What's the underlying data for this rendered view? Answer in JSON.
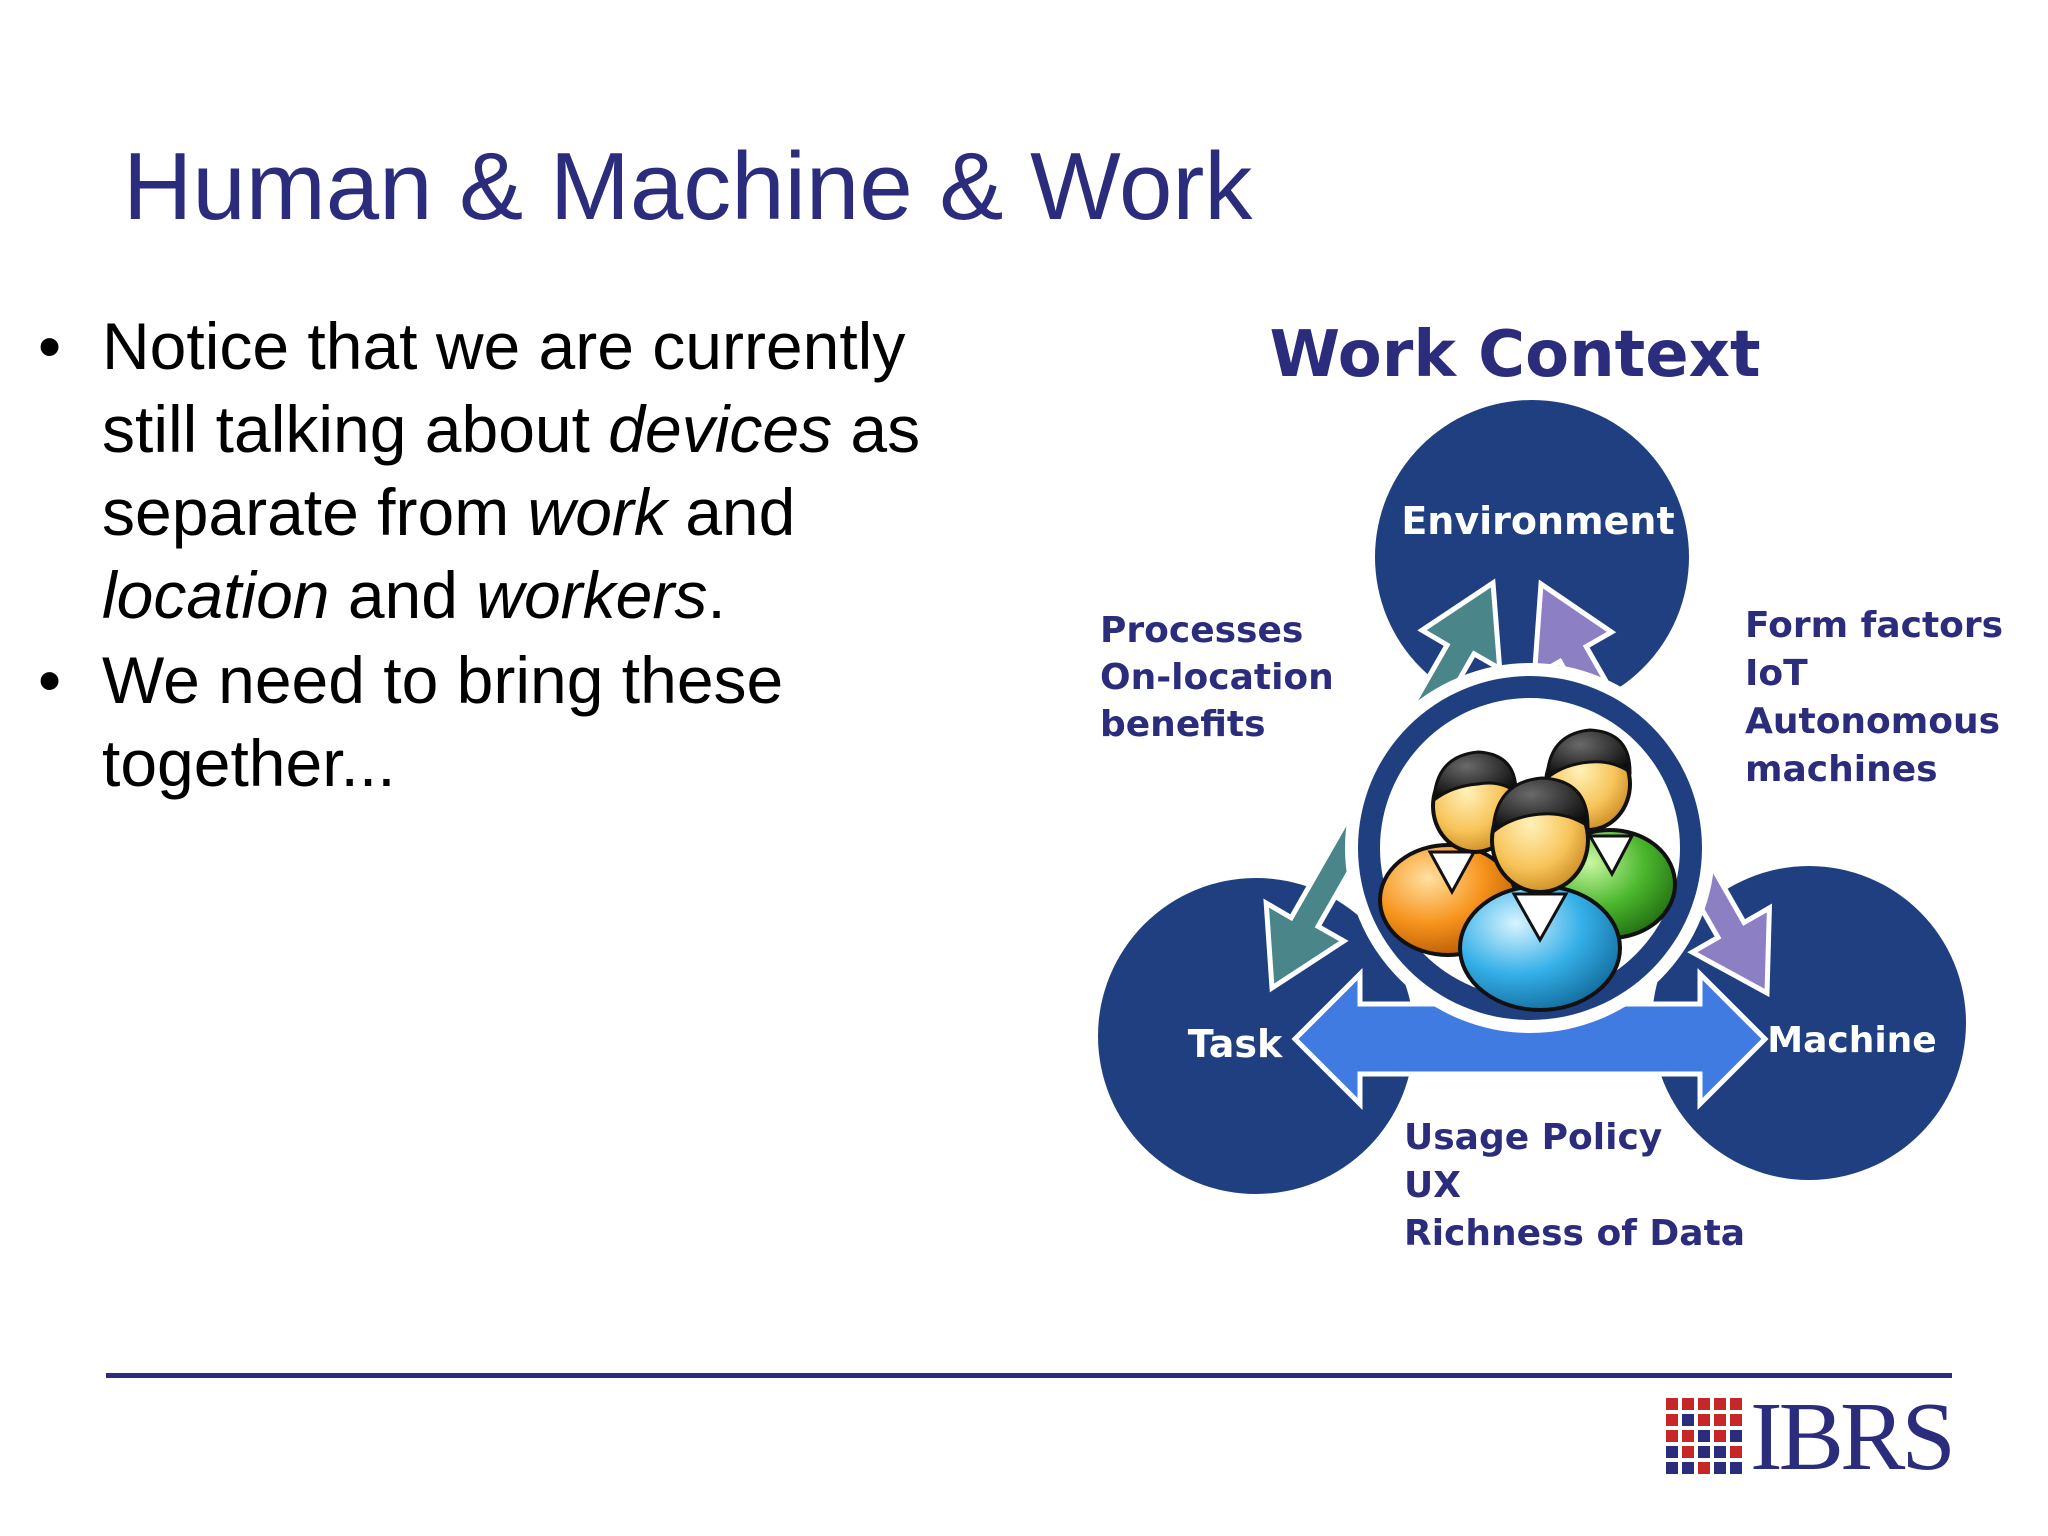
{
  "slide": {
    "title": "Human & Machine & Work",
    "bullets": [
      {
        "parts": [
          {
            "text": "Notice that we are currently still talking about ",
            "italic": false
          },
          {
            "text": "devices",
            "italic": true
          },
          {
            "text": " as separate from ",
            "italic": false
          },
          {
            "text": "work",
            "italic": true
          },
          {
            "text": " and ",
            "italic": false
          },
          {
            "text": "location",
            "italic": true
          },
          {
            "text": " and ",
            "italic": false
          },
          {
            "text": "workers",
            "italic": true
          },
          {
            "text": ".",
            "italic": false
          }
        ]
      },
      {
        "parts": [
          {
            "text": "We need to bring these together...",
            "italic": false
          }
        ]
      }
    ]
  },
  "diagram": {
    "title": "Work Context",
    "nodes": {
      "environment": "Environment",
      "task": "Task",
      "machine": "Machine"
    },
    "left_labels": [
      "Processes",
      "On-location",
      "benefits"
    ],
    "right_labels": [
      "Form factors",
      "IoT",
      "Autonomous",
      "machines"
    ],
    "bottom_labels": [
      "Usage Policy",
      "UX",
      "Richness of Data"
    ],
    "center_icon": "user-group-icon"
  },
  "logo": {
    "text": "IBRS",
    "grid_colors": [
      "#c62828",
      "#2b2d7c"
    ]
  },
  "colors": {
    "title": "#2b2d7c",
    "circle": "#1f3f80",
    "arrow_teal": "#4a8589",
    "arrow_purple": "#8d7fc4",
    "arrow_blue": "#3f7be0",
    "rule": "#2b2d7c"
  }
}
